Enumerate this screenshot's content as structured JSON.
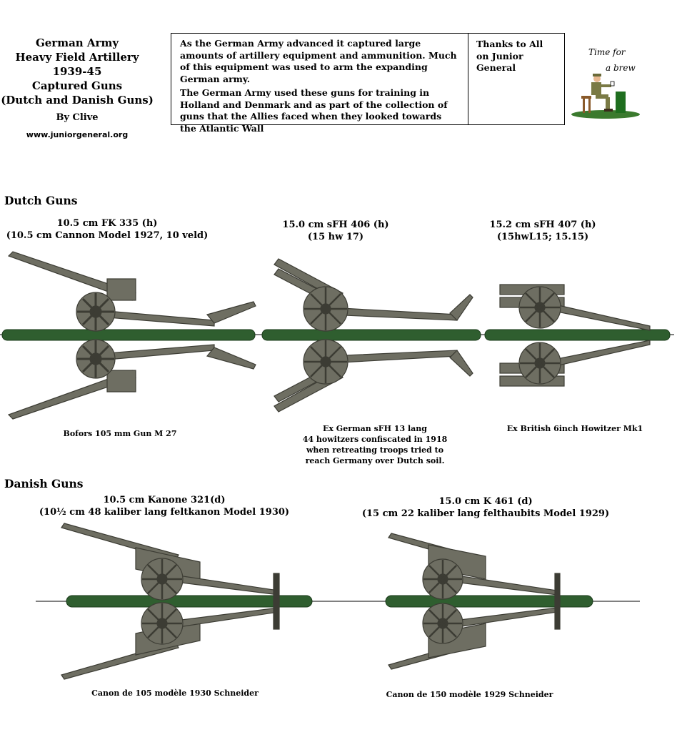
{
  "header": {
    "title_lines": [
      "German Army",
      "Heavy Field Artillery",
      "1939-45",
      "Captured Guns",
      "(Dutch and Danish Guns)"
    ],
    "byline": "By Clive",
    "url": "www.juniorgeneral.org"
  },
  "info": {
    "para1": "As the German Army advanced it captured large amounts of artillery equipment and ammunition. Much of this equipment was used to arm the expanding German army.",
    "para2": "The German Army used these guns for training in Holland and Denmark and as part of the collection of guns that the Allies faced when they looked towards the Atlantic Wall",
    "thanks": "Thanks to All on Junior General"
  },
  "brew": {
    "line1": "Time for",
    "line2": "a brew"
  },
  "dutch": {
    "heading": "Dutch Guns",
    "guns": [
      {
        "name": "10.5 cm FK 335 (h)",
        "alt": "(10.5 cm Cannon Model 1927, 10 veld)",
        "caption": "Bofors 105 mm Gun M 27"
      },
      {
        "name": "15.0 cm sFH 406 (h)",
        "alt": "(15 hw 17)",
        "caption1": "Ex German sFH 13 lang",
        "caption2": "44 howitzers confiscated in 1918",
        "caption3": "when retreating troops tried to",
        "caption4": "reach Germany over Dutch soil."
      },
      {
        "name": "15.2 cm sFH 407 (h)",
        "alt": "(15hwL15; 15.15)",
        "caption": "Ex British 6inch Howitzer Mk1"
      }
    ]
  },
  "danish": {
    "heading": "Danish Guns",
    "guns": [
      {
        "name": "10.5 cm Kanone 321(d)",
        "alt": "(10½ cm 48 kaliber lang feltkanon Model 1930)",
        "caption": "Canon de 105 modèle 1930 Schneider"
      },
      {
        "name": "15.0 cm K 461 (d)",
        "alt": "(15 cm 22 kaliber lang felthaubits Model 1929)",
        "caption": "Canon de 150 modèle 1929 Schneider"
      }
    ]
  },
  "colors": {
    "gun": "#6e6e62",
    "gun_dark": "#3c3c34",
    "base": "#2f5e2f",
    "base_light": "#4f8a4f"
  }
}
